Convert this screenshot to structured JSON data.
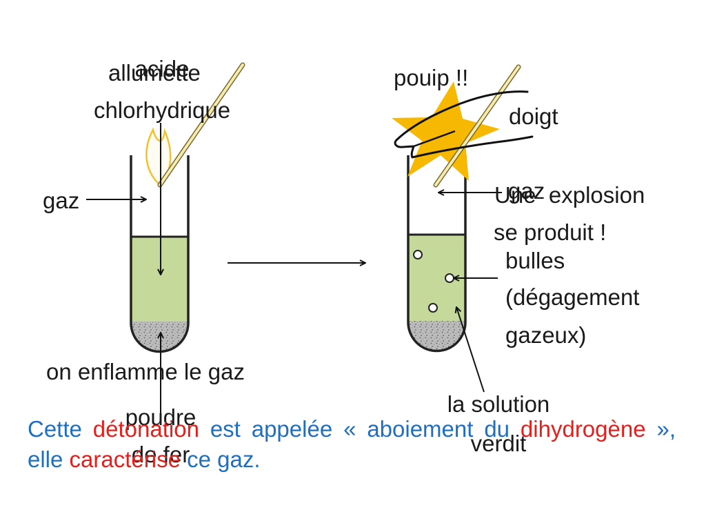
{
  "labels": {
    "allumette": "allumette",
    "acide_line1": "acide",
    "acide_line2": "chlorhydrique",
    "gaz_left": "gaz",
    "on_enflamme": "on enflamme le gaz",
    "poudre_line1": "poudre",
    "poudre_line2": "de fer",
    "pouip": "pouip !!",
    "doigt": "doigt",
    "gaz_right": "gaz",
    "explosion_line1": "Une  explosion",
    "explosion_line2": "se produit !",
    "bulles_line1": "bulles",
    "bulles_line2": "(dégagement",
    "bulles_line3": "gazeux)",
    "solution_line1": "la solution",
    "solution_line2": "verdit"
  },
  "caption": {
    "part1": "Cette ",
    "part2": "détonation",
    "part3": " est appelée « aboiement du ",
    "part4": "dihydrogène",
    "part5": " », elle ",
    "part6": "caractérise",
    "part7": " ce gaz."
  },
  "colors": {
    "solution_green": "#c5d99b",
    "flame_yellow": "#f3c22b",
    "star_gold": "#f6b800",
    "caption_blue": "#1f6fc0",
    "caption_red": "#e3211c"
  }
}
